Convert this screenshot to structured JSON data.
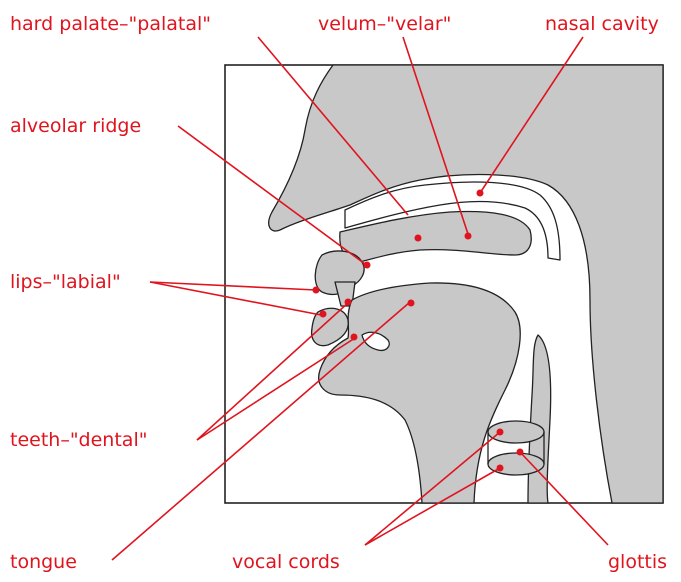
{
  "labels": {
    "hard_palate": "hard palate–\"palatal\"",
    "velum": "velum–\"velar\"",
    "nasal_cavity": "nasal cavity",
    "alveolar_ridge": "alveolar ridge",
    "lips": "lips–\"labial\"",
    "teeth": "teeth–\"dental\"",
    "tongue": "tongue",
    "vocal_cords": "vocal cords",
    "glottis": "glottis"
  },
  "colors": {
    "label": "#e0141e",
    "tissue": "#c8c8c8",
    "outline": "#222222",
    "background": "#ffffff"
  }
}
